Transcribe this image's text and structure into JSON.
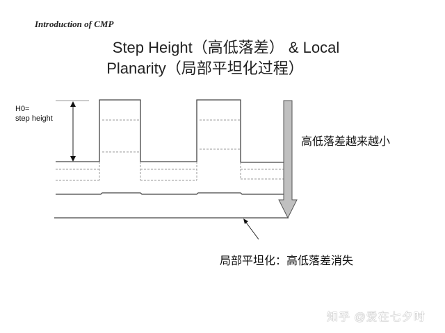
{
  "slide": {
    "subtitle": "Introduction of CMP",
    "title_line1": "Step Height（高低落差） & Local",
    "title_line2": "Planarity（局部平坦化过程）"
  },
  "diagram": {
    "h0_label_line1": "H0=",
    "h0_label_line2": "step height",
    "arrow_label": "高低落差越来越小",
    "planar_label": "局部平坦化：高低落差消失",
    "colors": {
      "line": "#333333",
      "dashed": "#999999",
      "arrow_fill": "#c0c0c0",
      "arrow_stroke": "#555555"
    }
  },
  "watermark": {
    "text": "知乎 @爱在七夕时"
  }
}
